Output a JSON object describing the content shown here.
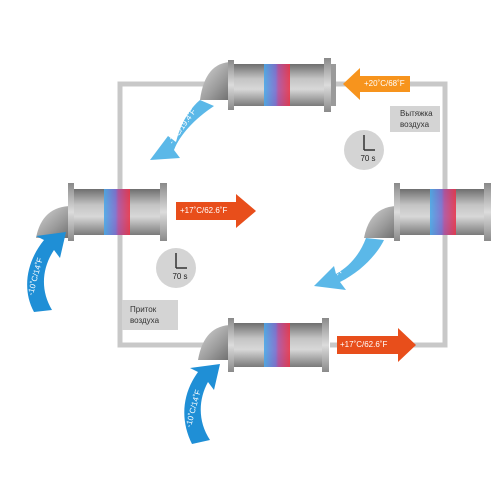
{
  "colors": {
    "duct": "#c8c8c8",
    "unit_body": "#a0a0a0",
    "warm_arrow": "#e84e1b",
    "hot_arrow": "#f7941d",
    "cold_arrow": "#1f8fd6",
    "cool_arrow": "#5bb8e8",
    "label_box": "#d4d4d4"
  },
  "labels": {
    "exhaust": [
      "Вытяжка",
      "воздуха"
    ],
    "supply": [
      "Приток",
      "воздуха"
    ]
  },
  "clocks": {
    "top": "70 s",
    "bottom": "70 s"
  },
  "arrows": {
    "top_in": "+20˚C/68˚F",
    "top_out": "-7˚C/19.4˚F",
    "left_in": "-10˚C/14˚F",
    "left_out": "+17˚C/62.6˚F",
    "right_out": "-7˚C/19.4˚F",
    "bottom_in": "-10˚C/14˚F",
    "bottom_out": "+17˚C/62.6˚F"
  }
}
